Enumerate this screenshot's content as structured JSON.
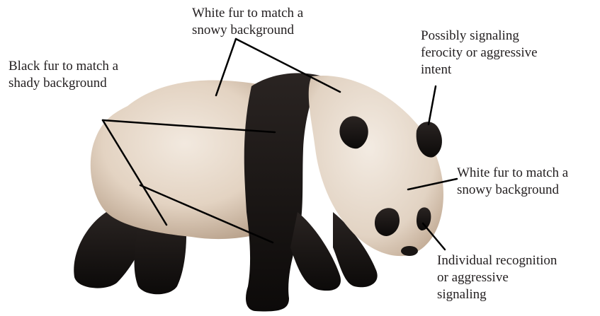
{
  "annotations": {
    "white_top": {
      "lines": [
        "White fur to match a",
        "snowy background"
      ]
    },
    "black_left": {
      "lines": [
        "Black fur to match a",
        "shady background"
      ]
    },
    "ears": {
      "lines": [
        "Possibly signaling",
        "ferocity or aggressive",
        "intent"
      ]
    },
    "white_face": {
      "lines": [
        "White fur to match a",
        "snowy background"
      ]
    },
    "eye_patches": {
      "lines": [
        "Individual recognition",
        "or aggressive",
        "signaling"
      ]
    }
  },
  "colors": {
    "white_fur": "#e9ddd0",
    "white_fur_shade": "#c9b6a2",
    "black_fur": "#141110",
    "leader_line": "#000000",
    "text": "#231f20"
  }
}
